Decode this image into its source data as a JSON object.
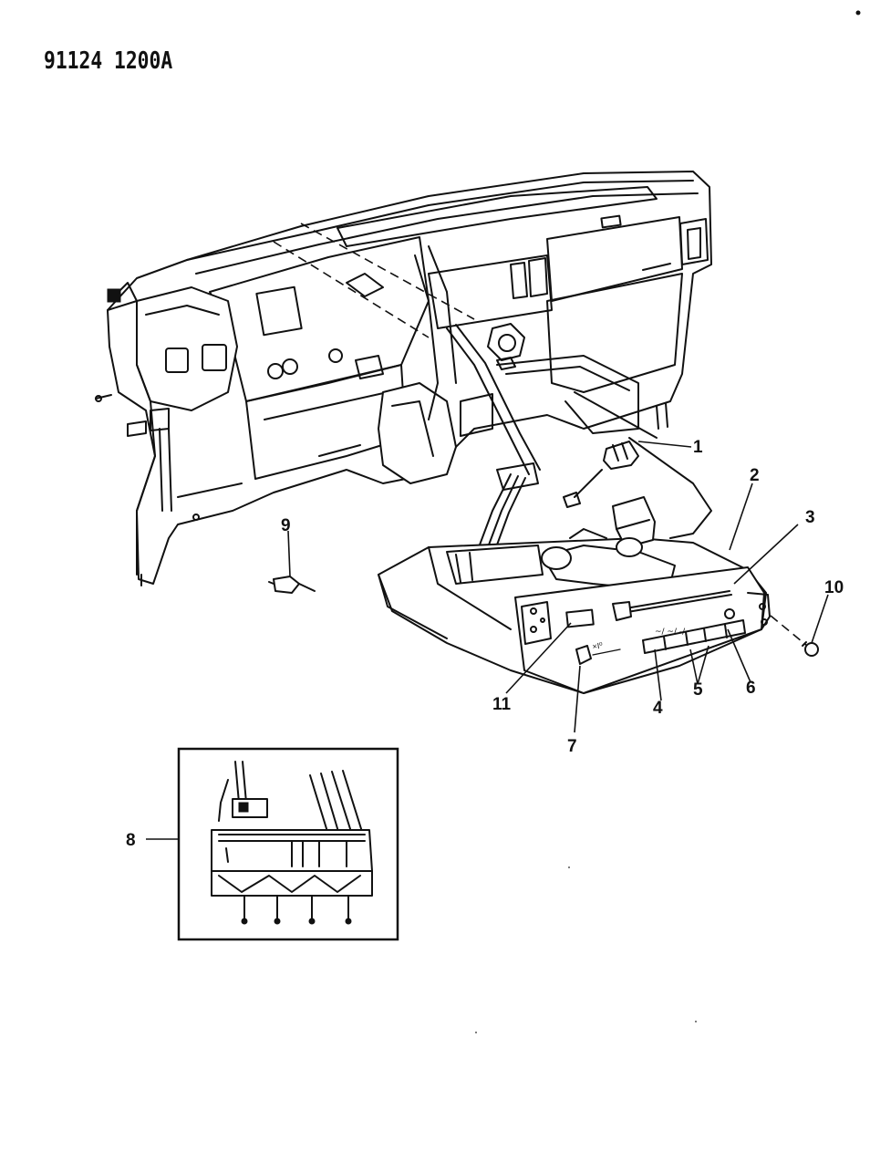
{
  "document": {
    "code": "91124 1200A"
  },
  "callouts": [
    {
      "id": "1",
      "label": "1"
    },
    {
      "id": "2",
      "label": "2"
    },
    {
      "id": "3",
      "label": "3"
    },
    {
      "id": "4",
      "label": "4"
    },
    {
      "id": "5",
      "label": "5"
    },
    {
      "id": "6",
      "label": "6"
    },
    {
      "id": "7",
      "label": "7"
    },
    {
      "id": "8",
      "label": "8"
    },
    {
      "id": "9",
      "label": "9"
    },
    {
      "id": "10",
      "label": "10"
    },
    {
      "id": "11",
      "label": "11"
    }
  ]
}
